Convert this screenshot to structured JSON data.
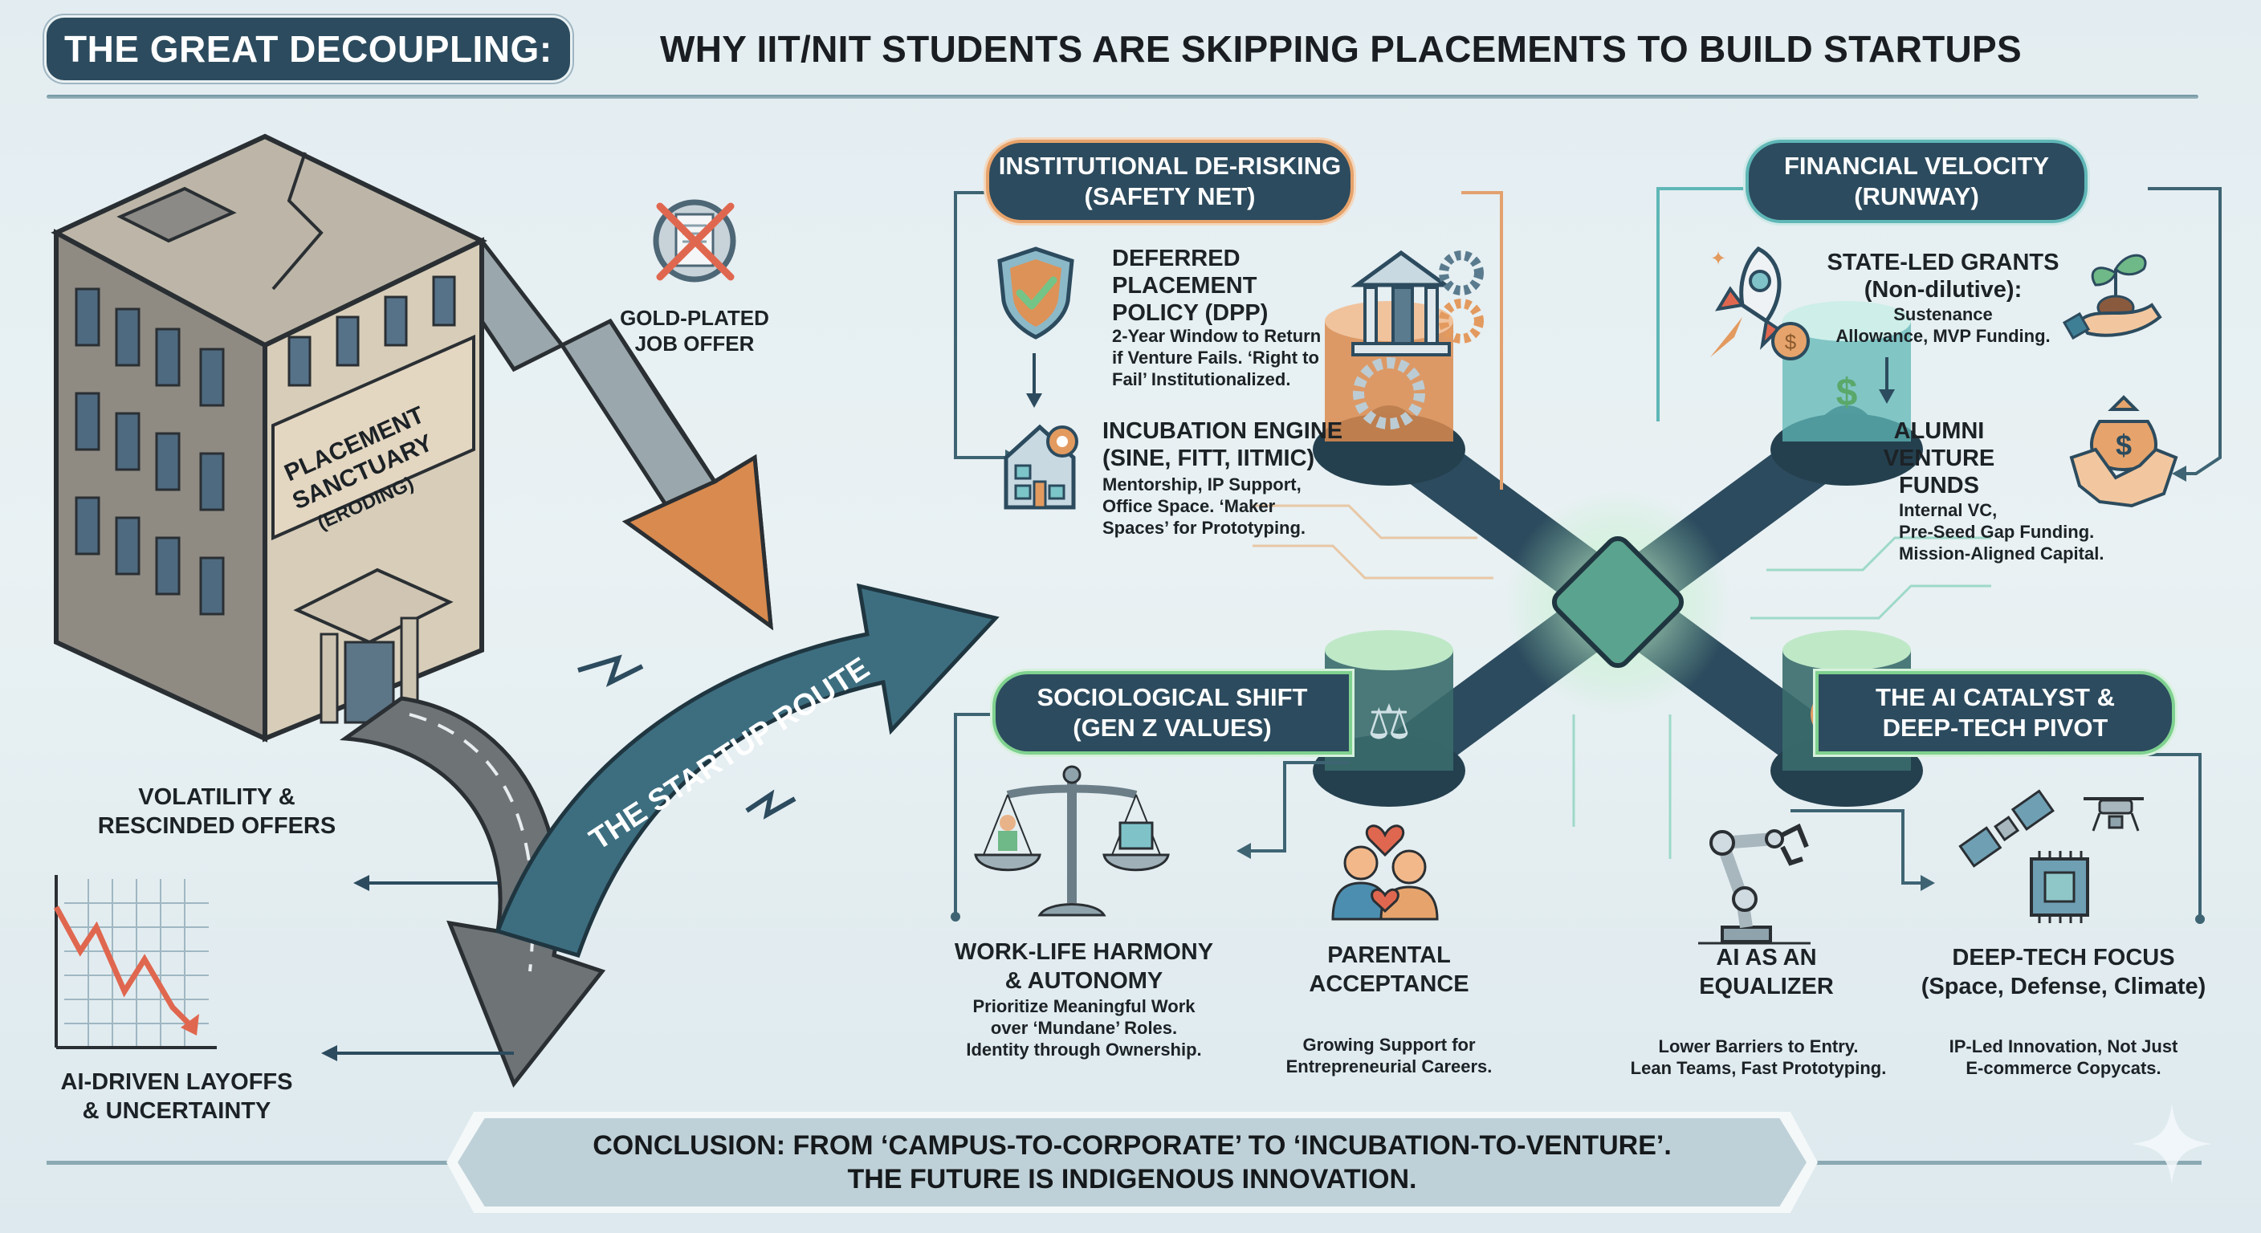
{
  "header": {
    "title_highlight": "THE GREAT DECOUPLING:",
    "title_rest": "WHY IIT/NIT STUDENTS ARE SKIPPING PLACEMENTS TO BUILD STARTUPS"
  },
  "left_panel": {
    "building_sign": [
      "PLACEMENT",
      "SANCTUARY",
      "(ERODING)"
    ],
    "job_offer_label": [
      "GOLD-PLATED",
      "JOB OFFER"
    ],
    "startup_route_label": "THE STARTUP ROUTE",
    "volatility_label": [
      "VOLATILITY &",
      "RESCINDED OFFERS"
    ],
    "layoffs_label": [
      "AI-DRIVEN LAYOFFS",
      "& UNCERTAINTY"
    ]
  },
  "sections": {
    "institutional": {
      "title": [
        "INSTITUTIONAL DE-RISKING",
        "(SAFETY NET)"
      ],
      "items": [
        {
          "heading": [
            "DEFERRED",
            "PLACEMENT",
            "POLICY (DPP)"
          ],
          "desc": [
            "2-Year Window to Return",
            "if Venture Fails. ‘Right to",
            "Fail’ Institutionalized."
          ]
        },
        {
          "heading": [
            "INCUBATION ENGINE",
            "(SINE, FITT, IITMIC)"
          ],
          "desc": [
            "Mentorship, IP Support,",
            "Office Space. ‘Maker",
            "Spaces’ for Prototyping."
          ]
        }
      ]
    },
    "financial": {
      "title": [
        "FINANCIAL VELOCITY",
        "(RUNWAY)"
      ],
      "items": [
        {
          "heading": [
            "STATE-LED GRANTS",
            "(Non-dilutive):"
          ],
          "desc": [
            "Sustenance",
            "Allowance, MVP Funding."
          ]
        },
        {
          "heading": [
            "ALUMNI",
            "VENTURE",
            "FUNDS"
          ],
          "desc": [
            "Internal VC,",
            "Pre-Seed Gap Funding.",
            "Mission-Aligned Capital."
          ]
        }
      ]
    },
    "sociological": {
      "title": [
        "SOCIOLOGICAL SHIFT",
        "(GEN Z VALUES)"
      ],
      "items": [
        {
          "heading": [
            "WORK-LIFE HARMONY",
            "& AUTONOMY"
          ],
          "desc": [
            "Prioritize Meaningful Work",
            "over ‘Mundane’ Roles.",
            "Identity through Ownership."
          ]
        },
        {
          "heading": [
            "PARENTAL",
            "ACCEPTANCE"
          ],
          "desc": [
            "Growing Support for",
            "Entrepreneurial Careers."
          ]
        }
      ]
    },
    "ai_catalyst": {
      "title": [
        "THE AI CATALYST &",
        "DEEP-TECH PIVOT"
      ],
      "items": [
        {
          "heading": [
            "AI AS AN",
            "EQUALIZER"
          ],
          "desc": [
            "Lower Barriers to Entry.",
            "Lean Teams, Fast Prototyping."
          ]
        },
        {
          "heading": [
            "DEEP-TECH FOCUS",
            "(Space, Defense, Climate)"
          ],
          "desc": [
            "IP-Led Innovation, Not Just",
            "E-commerce Copycats."
          ]
        }
      ]
    }
  },
  "conclusion": {
    "line1": "CONCLUSION: FROM ‘CAMPUS-TO-CORPORATE’ TO ‘INCUBATION-TO-VENTURE’.",
    "line2": "THE FUTURE IS INDIGENOUS INNOVATION."
  },
  "colors": {
    "navy": "#2c4b5e",
    "orange": "#d98a4f",
    "teal": "#3f8a96",
    "green": "#7fd18f",
    "red": "#e0674f"
  }
}
